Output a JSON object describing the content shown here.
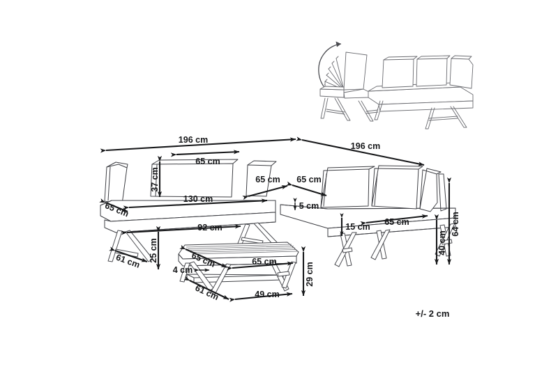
{
  "document": {
    "type": "furniture-dimension-diagram",
    "subject": "Outdoor corner sofa set with coffee table",
    "background_color": "#ffffff",
    "line_color": "#3e3f44",
    "dimension_color": "#17181a"
  },
  "tolerance": {
    "label": "+/- 2 cm"
  },
  "inset": {
    "name": "reclining-backrest-detail",
    "description": "sofa with adjustable folding backrest shown in multiple positions",
    "has_rotation_arrow": true
  },
  "dimensions": {
    "left_sofa_total_width": "196 cm",
    "right_sofa_total_width": "196 cm",
    "left_backrest_cushion_width": "65 cm",
    "left_backrest_height": "37 cm",
    "left_seat_width": "130 cm",
    "left_seat_depth": "65 cm",
    "left_base_width": "92 cm",
    "left_leg_spread": "61 cm",
    "left_seat_clearance": "25 cm",
    "corner_section_width_a": "65 cm",
    "corner_section_width_b": "65 cm",
    "corner_gap": "5 cm",
    "right_seat_thickness": "15 cm",
    "right_seat_depth": "65 cm",
    "right_seat_height": "40 cm",
    "right_total_height": "64 cm",
    "table_top_depth": "65 cm",
    "table_top_width": "65 cm",
    "table_top_thickness": "4 cm",
    "table_leg_depth": "61 cm",
    "table_leg_width": "49 cm",
    "table_height": "29 cm"
  }
}
